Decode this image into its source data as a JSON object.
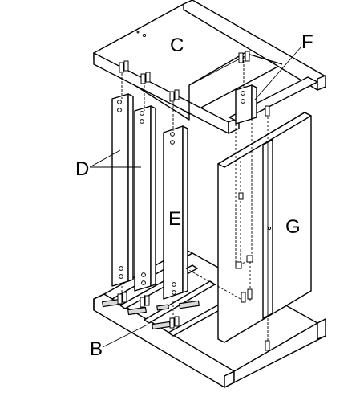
{
  "diagram": {
    "labels": {
      "top_frame": "C",
      "upright_pair": "D",
      "front_upright": "E",
      "bracket": "F",
      "side_panel": "G",
      "base_frame": "B"
    }
  }
}
